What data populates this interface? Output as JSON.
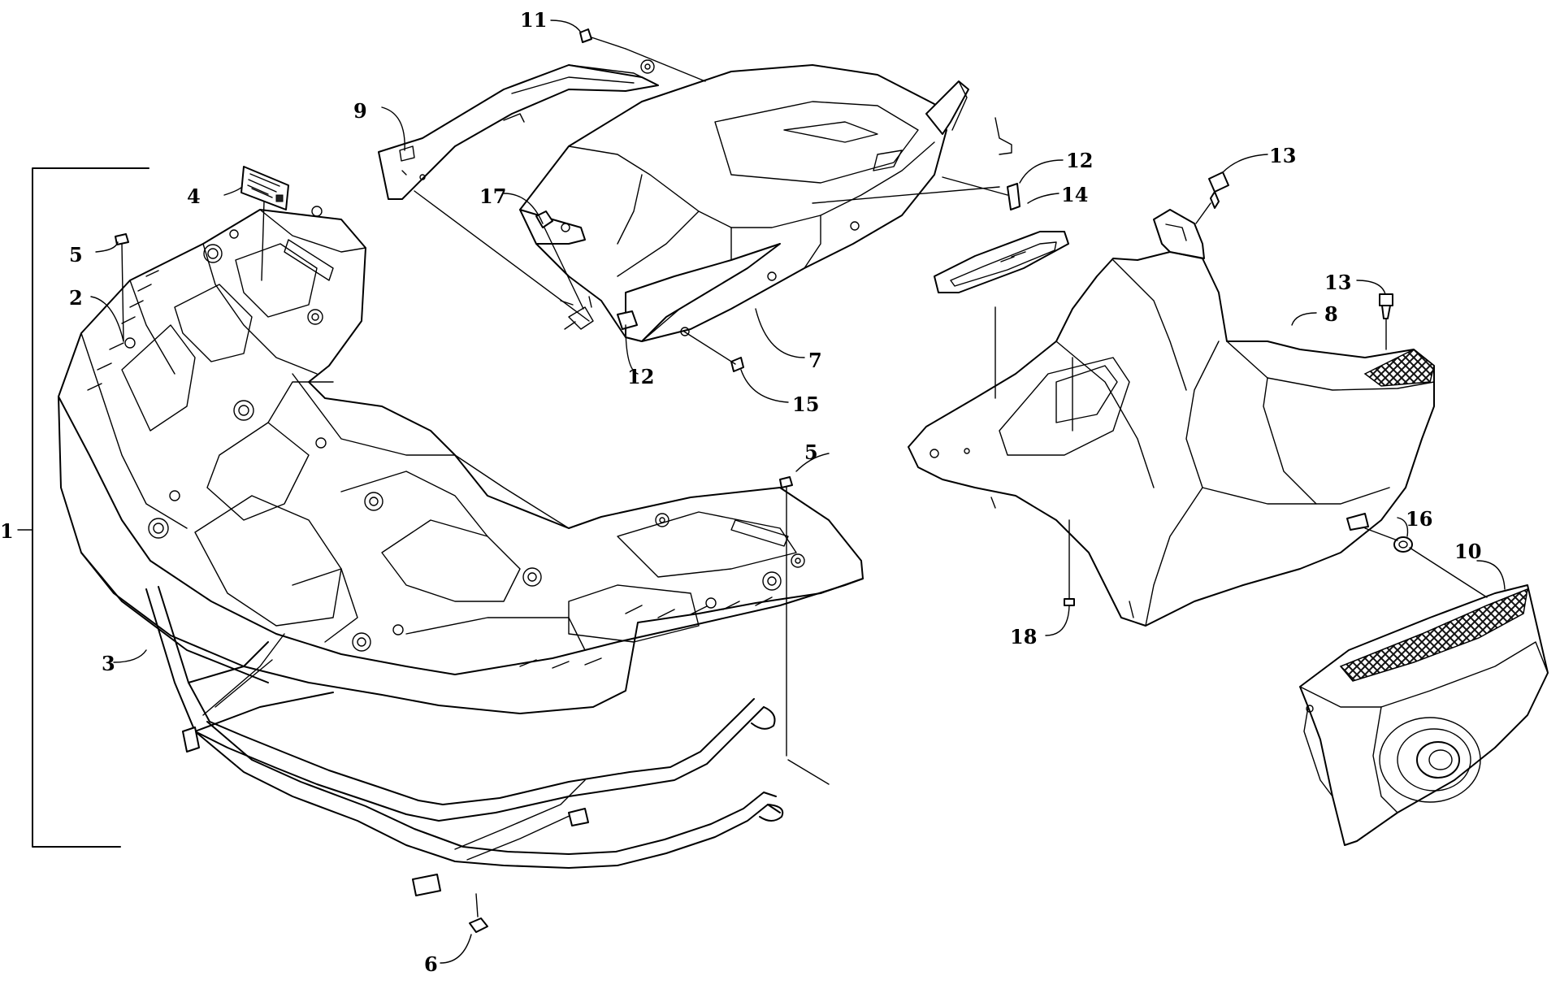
{
  "diagram": {
    "callouts": [
      {
        "id": "c1",
        "label": "1"
      },
      {
        "id": "c2",
        "label": "2"
      },
      {
        "id": "c3",
        "label": "3"
      },
      {
        "id": "c4",
        "label": "4"
      },
      {
        "id": "c5a",
        "label": "5"
      },
      {
        "id": "c5b",
        "label": "5"
      },
      {
        "id": "c6",
        "label": "6"
      },
      {
        "id": "c7",
        "label": "7"
      },
      {
        "id": "c8",
        "label": "8"
      },
      {
        "id": "c9",
        "label": "9"
      },
      {
        "id": "c10",
        "label": "10"
      },
      {
        "id": "c11",
        "label": "11"
      },
      {
        "id": "c12a",
        "label": "12"
      },
      {
        "id": "c12b",
        "label": "12"
      },
      {
        "id": "c13a",
        "label": "13"
      },
      {
        "id": "c13b",
        "label": "13"
      },
      {
        "id": "c14",
        "label": "14"
      },
      {
        "id": "c15",
        "label": "15"
      },
      {
        "id": "c16",
        "label": "16"
      },
      {
        "id": "c17",
        "label": "17"
      },
      {
        "id": "c18",
        "label": "18"
      }
    ]
  }
}
